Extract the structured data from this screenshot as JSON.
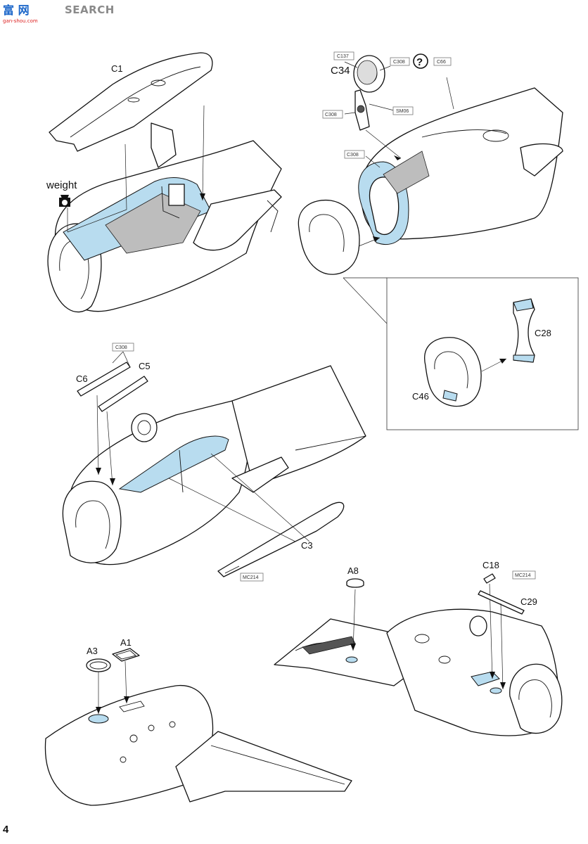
{
  "watermark": {
    "site_cn": "富 网",
    "site_url": "gan-shou.com",
    "site_en": "SEARCH"
  },
  "page_number": "4",
  "labels": {
    "c1": "C1",
    "weight": "weight",
    "c34": "C34",
    "c6": "C6",
    "c5": "C5",
    "c3": "C3",
    "c28": "C28",
    "c46": "C46",
    "a8": "A8",
    "c18": "C18",
    "c29": "C29",
    "a3": "A3",
    "a1": "A1"
  },
  "paint_refs": {
    "c137": "C137",
    "c308_a": "C308",
    "c66": "C66",
    "c308_b": "C308",
    "sm06": "SM06",
    "c308_c": "C308",
    "c308_d": "C308",
    "mc214_a": "MC214",
    "mc214_b": "MC214"
  },
  "icons": {
    "help": "question-mark-circle-icon",
    "weight": "weight-icon"
  },
  "colors": {
    "glue_highlight": "#b8dcef",
    "interior_grey": "#bdbdbd",
    "watermark_blue": "#1b66c9",
    "watermark_red": "#d22222"
  }
}
